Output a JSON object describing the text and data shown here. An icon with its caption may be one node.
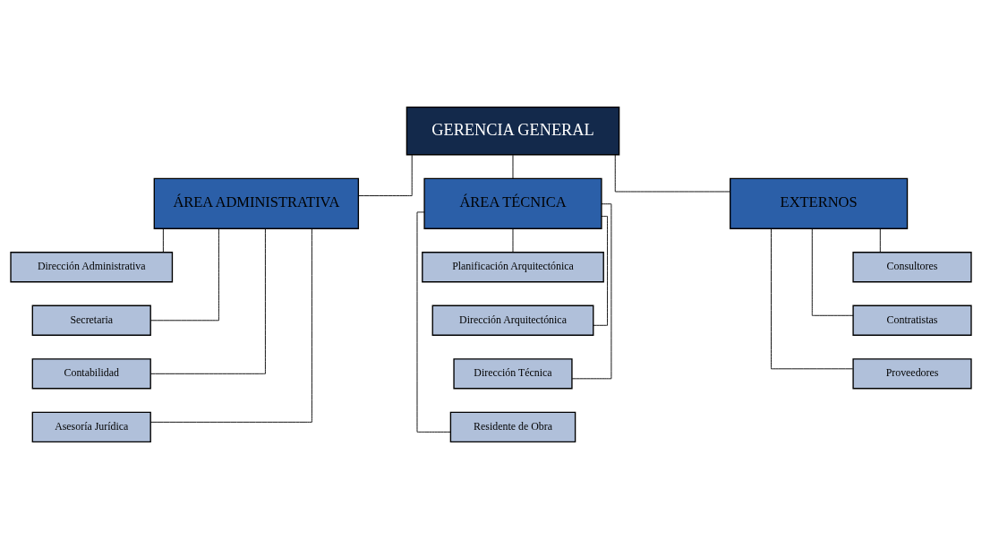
{
  "diagram": {
    "nodes": [
      {
        "text": [
          "GERENCIA GENERAL"
        ]
      },
      {
        "text": [
          "ÁREA ADMINISTRATIVA"
        ]
      },
      {
        "text": [
          "ÁREA TÉCNICA"
        ]
      },
      {
        "text": [
          "EXTERNOS"
        ]
      },
      {
        "text": [
          "Dirección Administrativa"
        ]
      },
      {
        "text": [
          "Secretaria"
        ]
      },
      {
        "text": [
          "Contabilidad"
        ]
      },
      {
        "text": [
          "Asesoría Jurídica"
        ]
      },
      {
        "text": [
          "Planificación Arquitectónica"
        ]
      },
      {
        "text": [
          "Dirección Arquitectónica"
        ]
      },
      {
        "text": [
          "Dirección Técnica"
        ]
      },
      {
        "text": [
          "Residente de Obra"
        ]
      },
      {
        "text": [
          "Consultores"
        ]
      },
      {
        "text": [
          "Contratistas"
        ]
      },
      {
        "text": [
          "Proveedores"
        ]
      }
    ],
    "edges": [
      {
        "from": 0,
        "to": 1,
        "arrow": "none"
      },
      {
        "from": 0,
        "to": 2,
        "arrow": "none"
      },
      {
        "from": 0,
        "to": 3,
        "arrow": "none"
      },
      {
        "from": 1,
        "to": 4,
        "arrow": "none"
      },
      {
        "from": 1,
        "to": 5,
        "arrow": "none"
      },
      {
        "from": 1,
        "to": 6,
        "arrow": "none"
      },
      {
        "from": 1,
        "to": 7,
        "arrow": "none"
      },
      {
        "from": 2,
        "to": 8,
        "arrow": "none"
      },
      {
        "from": 2,
        "to": 9,
        "arrow": "none"
      },
      {
        "from": 2,
        "to": 10,
        "arrow": "none"
      },
      {
        "from": 2,
        "to": 11,
        "arrow": "none"
      },
      {
        "from": 3,
        "to": 12,
        "arrow": "none"
      },
      {
        "from": 3,
        "to": 13,
        "arrow": "none"
      },
      {
        "from": 3,
        "to": 14,
        "arrow": "none"
      }
    ]
  }
}
